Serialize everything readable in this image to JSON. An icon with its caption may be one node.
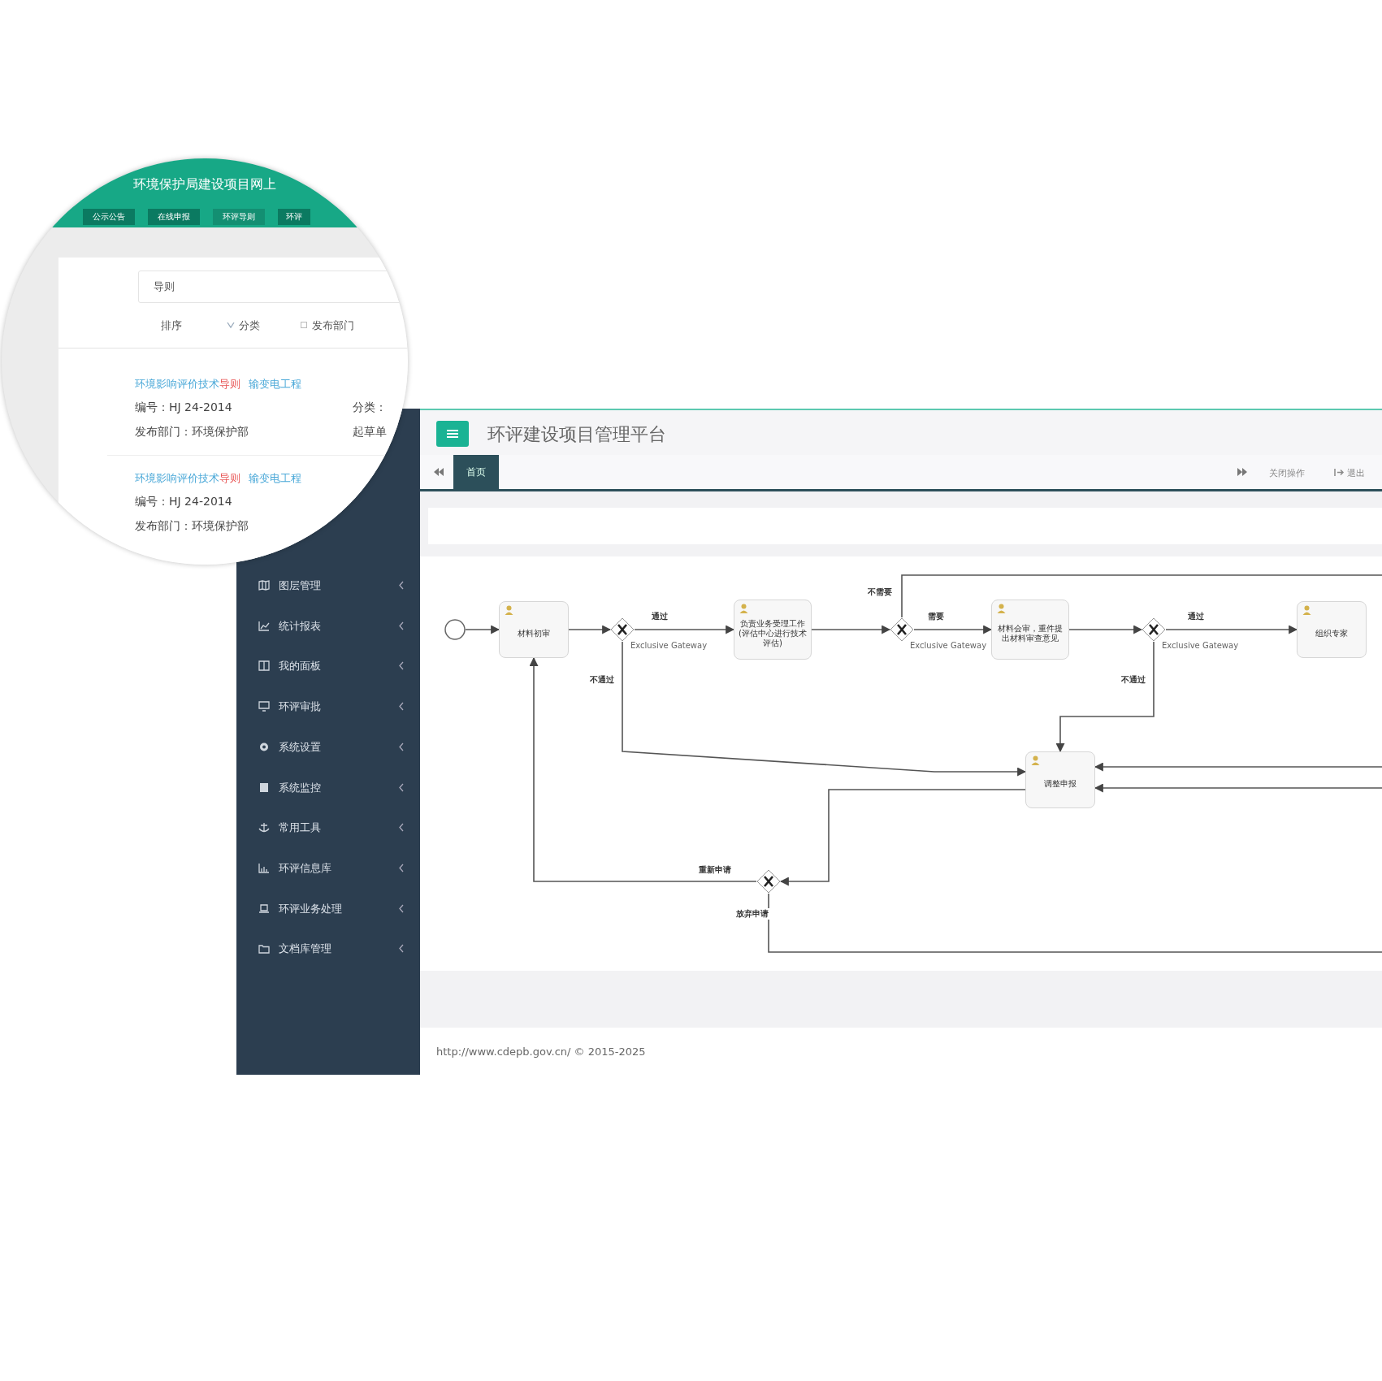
{
  "diagram": {
    "nodes": [
      {
        "text": [],
        "shape": "circle"
      },
      {
        "text": [
          "材料初审"
        ]
      },
      {
        "text": [],
        "shape": "diamond",
        "beside": [
          "Exclusive Gateway"
        ]
      },
      {
        "text": [
          "负责业务受理工作(评估中心进行技术评估)"
        ]
      },
      {
        "text": [],
        "shape": "diamond",
        "beside": [
          "Exclusive Gateway"
        ]
      },
      {
        "text": [
          "材料会审，重件提出材料审查意见"
        ]
      },
      {
        "text": [],
        "shape": "diamond",
        "beside": [
          "Exclusive Gateway"
        ]
      },
      {
        "text": [
          "组织专家"
        ]
      },
      {
        "text": [
          "调整申报"
        ]
      },
      {
        "text": [],
        "shape": "diamond"
      }
    ],
    "edges": [
      {
        "from": 0,
        "to": 1,
        "arrow": "to"
      },
      {
        "from": 1,
        "to": 2,
        "arrow": "to"
      },
      {
        "from": 2,
        "to": 3,
        "arrow": "to",
        "label": "通过"
      },
      {
        "from": 3,
        "to": 4,
        "arrow": "to"
      },
      {
        "from": 4,
        "to": 5,
        "arrow": "to",
        "label": "需要"
      },
      {
        "from": 5,
        "to": 6,
        "arrow": "to"
      },
      {
        "from": 6,
        "to": 7,
        "arrow": "to",
        "label": "通过"
      },
      {
        "from": 2,
        "to": 8,
        "arrow": "to",
        "label": "不通过"
      },
      {
        "from": 6,
        "to": 8,
        "arrow": "to",
        "label": "不通过"
      },
      {
        "from": 4,
        "to": null,
        "arrow": "none",
        "label": "不需要"
      },
      {
        "from": null,
        "to": 8,
        "arrow": "to"
      },
      {
        "from": null,
        "to": 8,
        "arrow": "to"
      },
      {
        "from": 8,
        "to": 9,
        "arrow": "to"
      },
      {
        "from": 9,
        "to": 1,
        "arrow": "to",
        "label": "重新申请"
      },
      {
        "from": 9,
        "to": null,
        "arrow": "none",
        "label": "放弃申请"
      }
    ],
    "labels": [
      "环境保护局建设项目网上",
      "公示公告",
      "在线申报",
      "环评导则",
      "环评",
      "导则",
      "排序",
      "分类",
      "发布部门",
      "环境影响评价技术",
      "导则",
      "输变电工程",
      "编号：HJ 24-2014",
      "分类：",
      "发布部门：环境保护部",
      "起草单",
      "环境影响评价技术",
      "导则",
      "输变电工程",
      "编号：HJ 24-2014",
      "发布部门：环境保护部",
      "环评建设项目管理平台",
      "首页",
      "关闭操作",
      "退出",
      "图层管理",
      "统计报表",
      "我的面板",
      "环评审批",
      "系统设置",
      "系统监控",
      "常用工具",
      "环评信息库",
      "环评业务处理",
      "文档库管理",
      "http://www.cdepb.gov.cn/ © 2015-2025"
    ]
  }
}
